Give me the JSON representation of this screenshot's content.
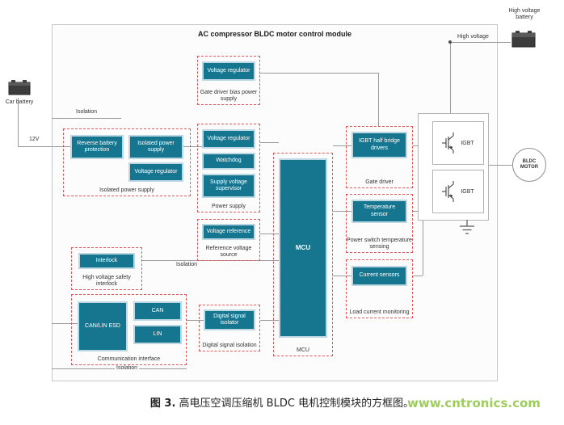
{
  "title": "AC compressor BLDC motor control module",
  "external": {
    "car_battery": "Car battery",
    "twelve_v": "12V",
    "hv_battery": "High voltage battery",
    "high_voltage": "High voltage",
    "bldc_motor": "BLDC MOTOR"
  },
  "isolation": {
    "top": "Isolation",
    "mid": "Isolation",
    "bottom": "Isolation"
  },
  "groups": {
    "isolated_ps": {
      "label": "Isolated power supply",
      "blocks": {
        "reverse_battery": "Reverse battery protection",
        "isolated_supply": "Isolated power supply",
        "voltage_regulator": "Voltage regulator"
      }
    },
    "gate_bias": {
      "label": "Gate driver bias power supply",
      "blocks": {
        "voltage_regulator": "Voltage regulator"
      }
    },
    "power_supply": {
      "label": "Power supply",
      "blocks": {
        "voltage_regulator": "Voltage regulator",
        "watchdog": "Watchdog",
        "supervisor": "Supply voltage supervisor"
      }
    },
    "ref_voltage": {
      "label": "Reference voltage source",
      "blocks": {
        "voltage_reference": "Voltage reference"
      }
    },
    "mcu": {
      "label": "MCU",
      "blocks": {
        "mcu": "MCU"
      }
    },
    "interlock": {
      "label": "High voltage safety interlock",
      "blocks": {
        "interlock": "Interlock"
      }
    },
    "comm": {
      "label": "Communication interface",
      "blocks": {
        "esd": "CAN/LIN ESD",
        "can": "CAN",
        "lin": "LIN"
      }
    },
    "dsi": {
      "label": "Digital signal isolation",
      "blocks": {
        "isolator": "Digital signal isolator"
      }
    },
    "gate_driver": {
      "label": "Gate driver",
      "blocks": {
        "igbt_drivers": "IGBT half bridge drivers"
      }
    },
    "temp": {
      "label": "Power switch temperature sensing",
      "blocks": {
        "temperature_sensor": "Temperature sensor"
      }
    },
    "current": {
      "label": "Load current monitoring",
      "blocks": {
        "current_sensors": "Current sensors"
      }
    }
  },
  "power_stage": {
    "igbt_top": "IGBT",
    "igbt_bottom": "IGBT"
  },
  "caption": {
    "figure": "图 3.",
    "text": " 高电压空调压缩机 BLDC 电机控制模块的方框图。",
    "watermark": "www.cntronics.com"
  },
  "colors": {
    "block_fill": "#17768f",
    "block_border": "#bcd8e2",
    "group_border": "#e25757",
    "line": "#9b9b9b",
    "watermark": "#8dc63f"
  }
}
